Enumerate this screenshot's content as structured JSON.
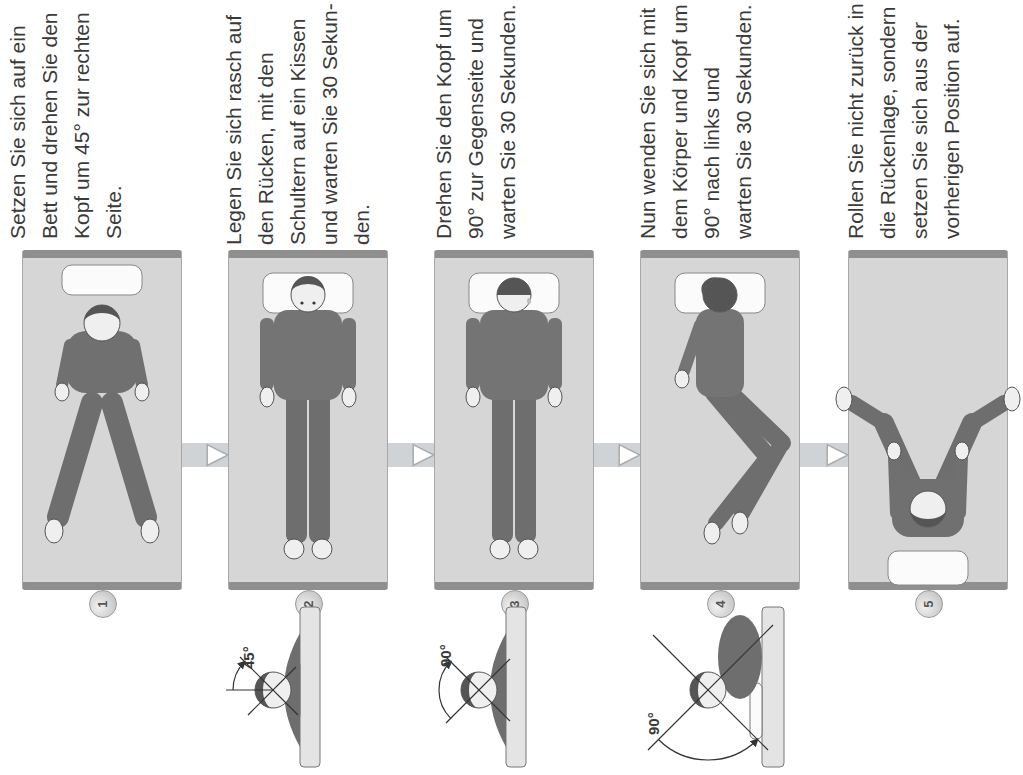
{
  "diagram": {
    "nodes": [
      {
        "text": [
          "1"
        ]
      },
      {
        "text": [
          "2"
        ]
      },
      {
        "text": [
          "3"
        ]
      },
      {
        "text": [
          "4"
        ]
      },
      {
        "text": [
          "5"
        ]
      }
    ],
    "edges": [
      {
        "from": 0,
        "to": 1,
        "arrow": "to"
      },
      {
        "from": 1,
        "to": 2,
        "arrow": "to"
      },
      {
        "from": 2,
        "to": 3,
        "arrow": "to"
      },
      {
        "from": 3,
        "to": 4,
        "arrow": "to"
      }
    ],
    "labels": [
      "Setzen Sie sich auf ein Bett und drehen Sie den Kopf um 45° zur rechten Seite.",
      "Legen Sie sich rasch auf den Rücken, mit den Schultern auf ein Kissen und warten Sie 30 Sekun- den.",
      "45°",
      "Drehen Sie den Kopf um 90° zur Gegenseite und warten Sie 30 Sekunden.",
      "90°",
      "Nun wenden Sie sich mit dem Körper und Kopf um 90° nach links und warten Sie 30 Sekunden.",
      "90°",
      "Rollen Sie nicht zurück in die Rückenlage, sondern setzen Sie sich aus der vorherigen Position auf."
    ]
  }
}
